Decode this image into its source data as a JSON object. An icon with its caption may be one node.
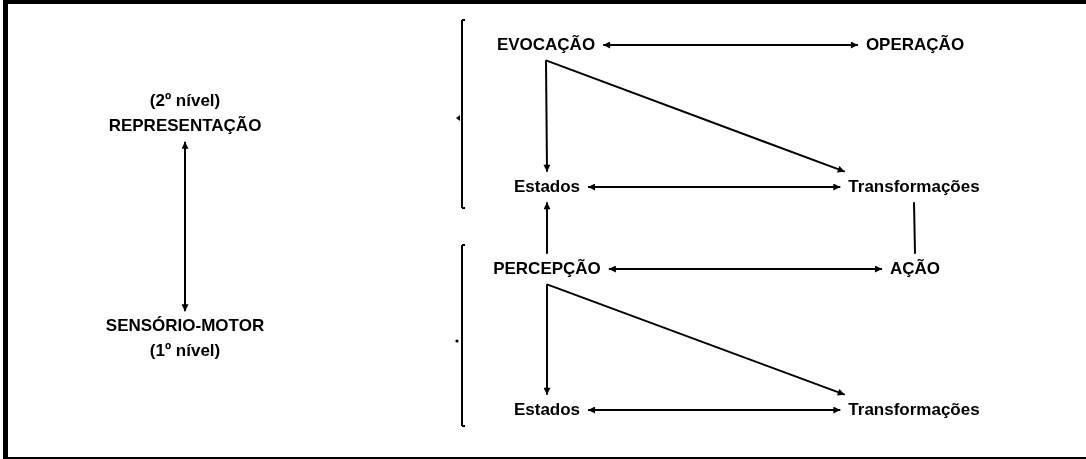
{
  "diagram": {
    "nodes": [
      {
        "text": [
          "(2º nível)",
          "REPRESENTAÇÃO"
        ]
      },
      {
        "text": [
          "SENSÓRIO-MOTOR",
          "(1º nível)"
        ]
      },
      {
        "text": [
          "EVOCAÇÃO"
        ]
      },
      {
        "text": [
          "OPERAÇÃO"
        ]
      },
      {
        "text": [
          "Estados"
        ]
      },
      {
        "text": [
          "Transformações"
        ]
      },
      {
        "text": [
          "PERCEPÇÃO"
        ]
      },
      {
        "text": [
          "AÇÃO"
        ]
      },
      {
        "text": [
          "Estados"
        ]
      },
      {
        "text": [
          "Transformações"
        ]
      }
    ],
    "edges": [
      {
        "from": 0,
        "to": 1,
        "arrow": "both"
      },
      {
        "from": 2,
        "to": 3,
        "arrow": "both"
      },
      {
        "from": 2,
        "to": 4,
        "arrow": "to"
      },
      {
        "from": 2,
        "to": 5,
        "arrow": "to"
      },
      {
        "from": 4,
        "to": 5,
        "arrow": "both"
      },
      {
        "from": 6,
        "to": 4,
        "arrow": "to"
      },
      {
        "from": 5,
        "to": 7,
        "arrow": "none"
      },
      {
        "from": 6,
        "to": 7,
        "arrow": "both"
      },
      {
        "from": 6,
        "to": 8,
        "arrow": "to"
      },
      {
        "from": 6,
        "to": 9,
        "arrow": "to"
      },
      {
        "from": 8,
        "to": 9,
        "arrow": "both"
      }
    ]
  }
}
